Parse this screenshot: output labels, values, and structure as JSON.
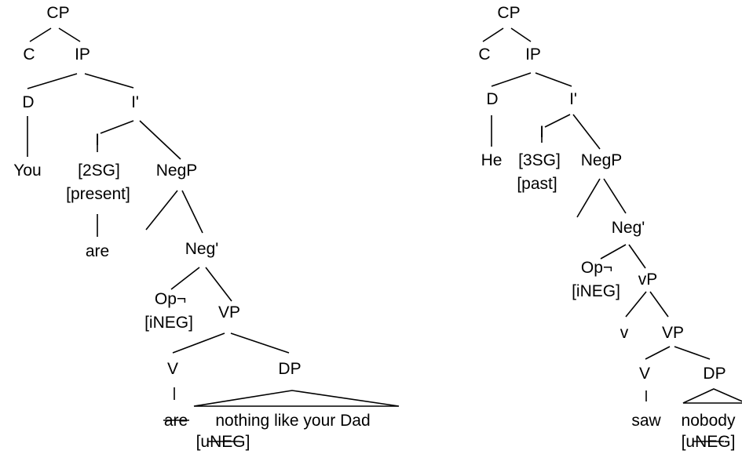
{
  "trees": [
    {
      "name": "tree-you-are",
      "nodes": [
        {
          "id": "cp",
          "label": "CP"
        },
        {
          "id": "c",
          "label": "C"
        },
        {
          "id": "ip",
          "label": "IP"
        },
        {
          "id": "d",
          "label": "D"
        },
        {
          "id": "ibar",
          "label": "I'"
        },
        {
          "id": "you",
          "label": "You"
        },
        {
          "id": "i",
          "label": "I"
        },
        {
          "id": "negp",
          "label": "NegP"
        },
        {
          "id": "f2sg",
          "label": "[2SG]"
        },
        {
          "id": "fpresent",
          "label": "[present]"
        },
        {
          "id": "are1",
          "label": "are"
        },
        {
          "id": "negbar",
          "label": "Neg'"
        },
        {
          "id": "op",
          "label": "Op¬"
        },
        {
          "id": "ineg",
          "label": "[iNEG]"
        },
        {
          "id": "vp",
          "label": "VP"
        },
        {
          "id": "v",
          "label": "V"
        },
        {
          "id": "dp",
          "label": "DP"
        },
        {
          "id": "are2",
          "label": "are",
          "struck": true
        },
        {
          "id": "nothing",
          "label": "nothing like your Dad"
        },
        {
          "id": "uneg",
          "label": "[uNEG]",
          "struck": true,
          "bracketed": true
        }
      ]
    },
    {
      "name": "tree-he-saw",
      "nodes": [
        {
          "id": "cp",
          "label": "CP"
        },
        {
          "id": "c",
          "label": "C"
        },
        {
          "id": "ip",
          "label": "IP"
        },
        {
          "id": "d",
          "label": "D"
        },
        {
          "id": "ibar",
          "label": "I'"
        },
        {
          "id": "he",
          "label": "He"
        },
        {
          "id": "i",
          "label": "I"
        },
        {
          "id": "f3sg",
          "label": "[3SG]"
        },
        {
          "id": "negp",
          "label": "NegP"
        },
        {
          "id": "fpast",
          "label": "[past]"
        },
        {
          "id": "negbar",
          "label": "Neg'"
        },
        {
          "id": "op",
          "label": "Op¬"
        },
        {
          "id": "ineg",
          "label": "[iNEG]"
        },
        {
          "id": "vsmall",
          "label": "vP"
        },
        {
          "id": "vlower",
          "label": "v"
        },
        {
          "id": "vp",
          "label": "VP"
        },
        {
          "id": "v",
          "label": "V"
        },
        {
          "id": "dp",
          "label": "DP"
        },
        {
          "id": "saw",
          "label": "saw"
        },
        {
          "id": "nobody",
          "label": "nobody"
        },
        {
          "id": "uneg",
          "label": "[uNEG]",
          "struck": true,
          "bracketed": true
        }
      ]
    }
  ]
}
